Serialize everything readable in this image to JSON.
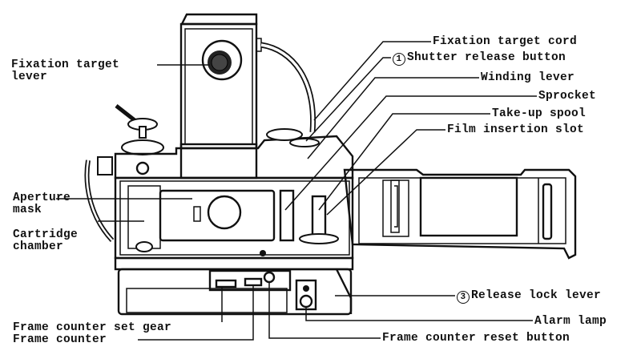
{
  "diagram": {
    "subject": "camera back assembly (open)",
    "labels": {
      "fixation_target_lever": "Fixation target\nlever",
      "fixation_target_cord": "Fixation target cord",
      "shutter_release_button": {
        "number": "1",
        "text": "Shutter release button"
      },
      "winding_lever": "Winding lever",
      "sprocket": "Sprocket",
      "take_up_spool": "Take-up spool",
      "film_insertion_slot": "Film insertion slot",
      "aperture_mask": "Aperture\nmask",
      "cartridge_chamber": "Cartridge\nchamber",
      "release_lock_lever": {
        "number": "3",
        "text": "Release lock lever"
      },
      "alarm_lamp": "Alarm lamp",
      "frame_counter_set_gear": "Frame counter set gear",
      "frame_counter": "Frame counter",
      "frame_counter_reset_button": "Frame counter reset button"
    }
  }
}
